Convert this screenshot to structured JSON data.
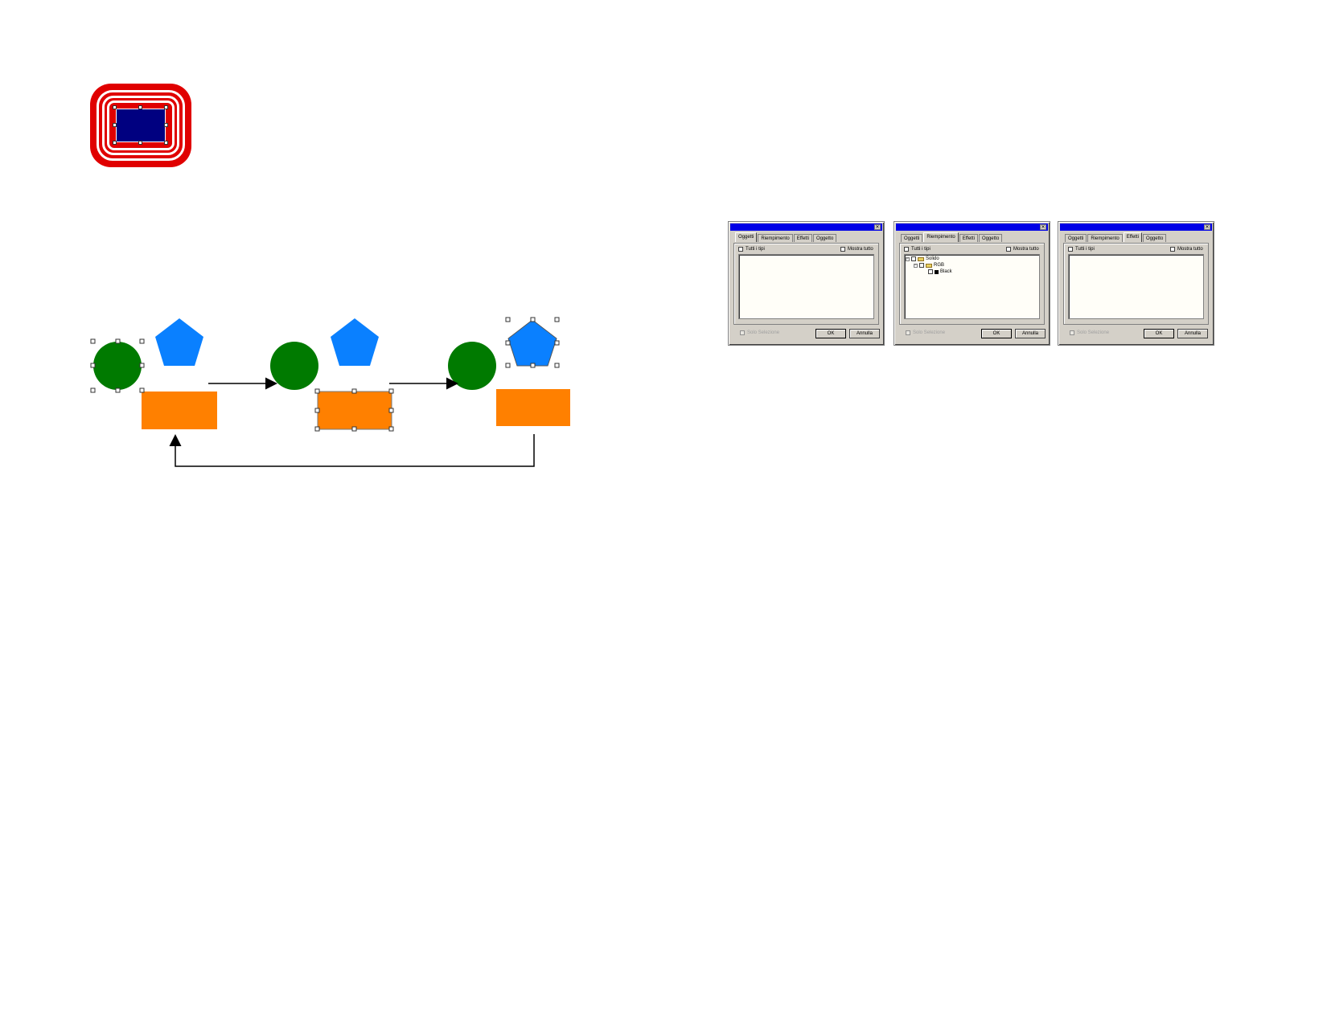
{
  "colors": {
    "ring": "#e00000",
    "inner_fill": "#000080",
    "circle": "#007a00",
    "pentagon": "#0a80ff",
    "rectangle": "#ff8000",
    "arrow": "#000000",
    "dialog_bg": "#d4d0c8",
    "titlebar": "#0000e6"
  },
  "dialogs": [
    {
      "close_glyph": "✕",
      "tabs": [
        "Oggetti",
        "Riempimento",
        "Effetti",
        "Oggetto"
      ],
      "active_tab": "Oggetti",
      "all_types_label": "Tutti i tipi",
      "show_all_label": "Mostra tutto",
      "only_selection_label": "Solo Selezione",
      "ok_label": "OK",
      "cancel_label": "Annulla"
    },
    {
      "close_glyph": "✕",
      "tabs": [
        "Oggetti",
        "Riempimento",
        "Effetti",
        "Oggetto"
      ],
      "active_tab": "Riempimento",
      "all_types_label": "Tutti i tipi",
      "show_all_label": "Mostra tutto",
      "only_selection_label": "Solo Selezione",
      "ok_label": "OK",
      "cancel_label": "Annulla",
      "tree": [
        "Solido",
        "RGB",
        "Black"
      ]
    },
    {
      "close_glyph": "✕",
      "tabs": [
        "Oggetti",
        "Riempimento",
        "Effetti",
        "Oggetto"
      ],
      "active_tab": "Effetti",
      "all_types_label": "Tutti i tipi",
      "show_all_label": "Mostra tutto",
      "only_selection_label": "Solo Selezione",
      "ok_label": "OK",
      "cancel_label": "Annulla"
    }
  ]
}
